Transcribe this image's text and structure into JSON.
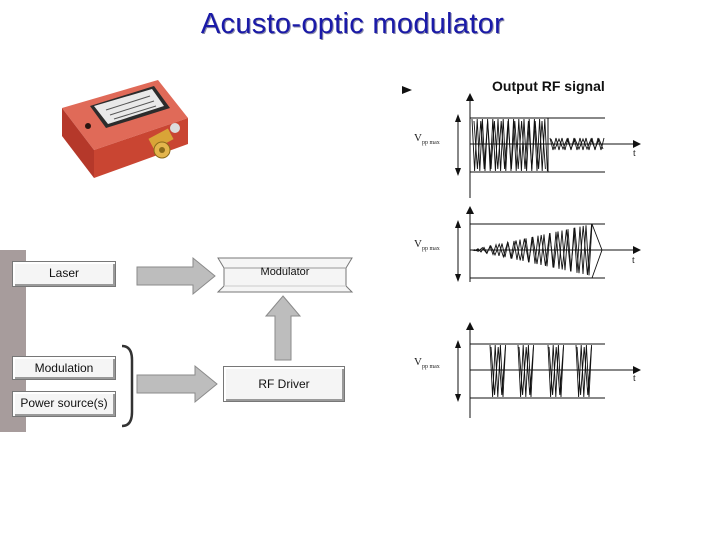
{
  "title": "Acusto-optic modulator",
  "block_diagram": {
    "laser": "Laser",
    "modulator": "Modulator",
    "modulation": "Modulation",
    "power_source": "Power source(s)",
    "rf_driver": "RF Driver"
  },
  "waveforms": {
    "heading": "Output RF signal",
    "vpp_label": "V",
    "vpp_sub": "pp max",
    "time_label": "t"
  },
  "colors": {
    "title": "#1a1aa8",
    "device_body": "#c0392b",
    "arrow_fill": "#b8b8b8"
  }
}
